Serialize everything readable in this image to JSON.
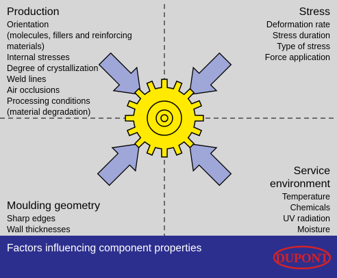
{
  "colors": {
    "background_panel": "#d6d6d6",
    "footer_band": "#2d2f8e",
    "gear": "#ffea00",
    "arrow": "#9fa6d8",
    "logo": "#d2222a"
  },
  "quadrants": {
    "production": {
      "title": "Production",
      "items": [
        "Orientation",
        "(molecules, fillers and reinforcing",
        "materials)",
        "Internal stresses",
        "Degree of crystallization",
        "Weld lines",
        "Air occlusions",
        "Processing conditions",
        "(material degradation)"
      ]
    },
    "stress": {
      "title": "Stress",
      "items": [
        "Deformation rate",
        "Stress duration",
        "Type of stress",
        "Force application"
      ]
    },
    "service": {
      "title_line1": "Service",
      "title_line2": "environment",
      "items": [
        "Temperature",
        "Chemicals",
        "UV radiation",
        "Moisture"
      ]
    },
    "moulding": {
      "title": "Moulding geometry",
      "items": [
        "Sharp edges",
        "Wall thicknesses"
      ]
    }
  },
  "center": {
    "icon": "gear-icon"
  },
  "arrows": [
    "arrow-icon",
    "arrow-icon",
    "arrow-icon",
    "arrow-icon"
  ],
  "footer": {
    "caption": "Factors influencing component properties",
    "logo_text": "DUPONT"
  }
}
